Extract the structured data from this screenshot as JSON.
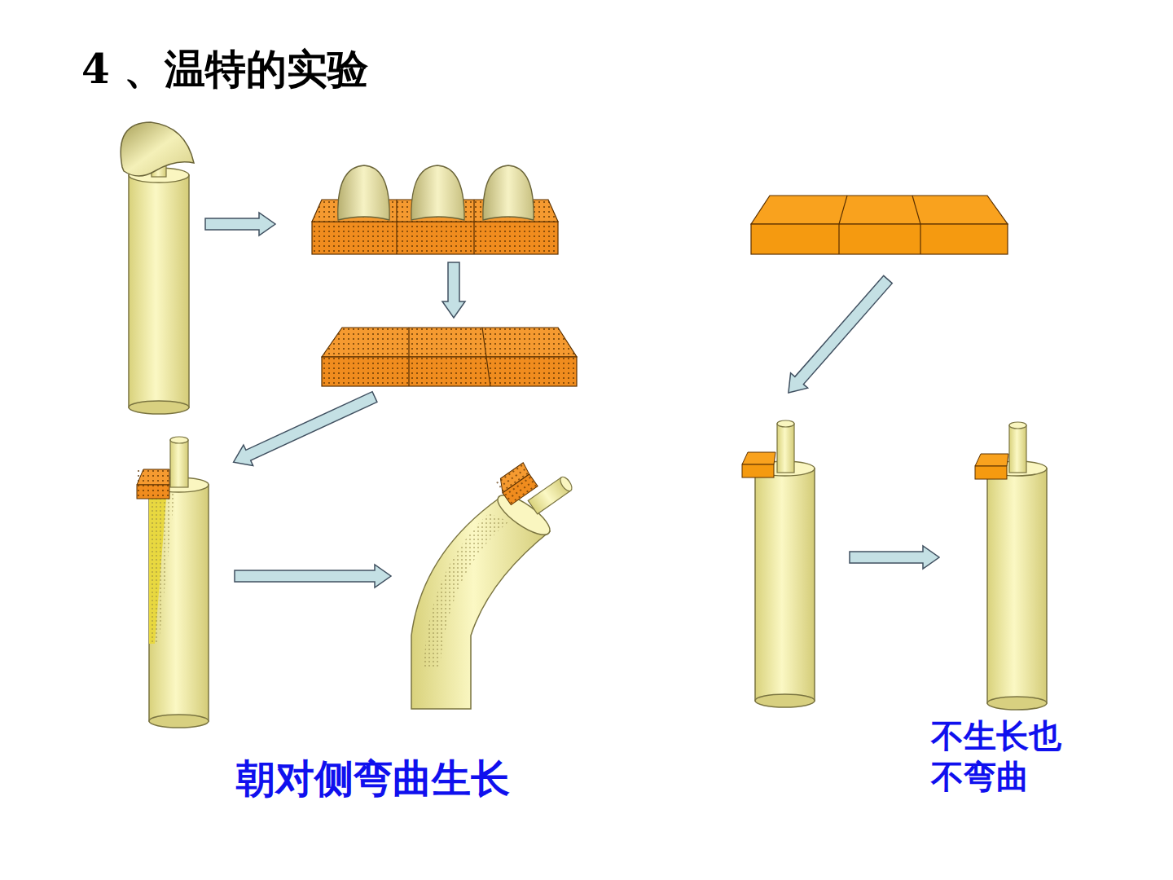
{
  "diagram": {
    "title": "4 、温特的实验",
    "labels": [
      "朝对侧弯曲生长",
      "不生长也不弯曲"
    ]
  }
}
